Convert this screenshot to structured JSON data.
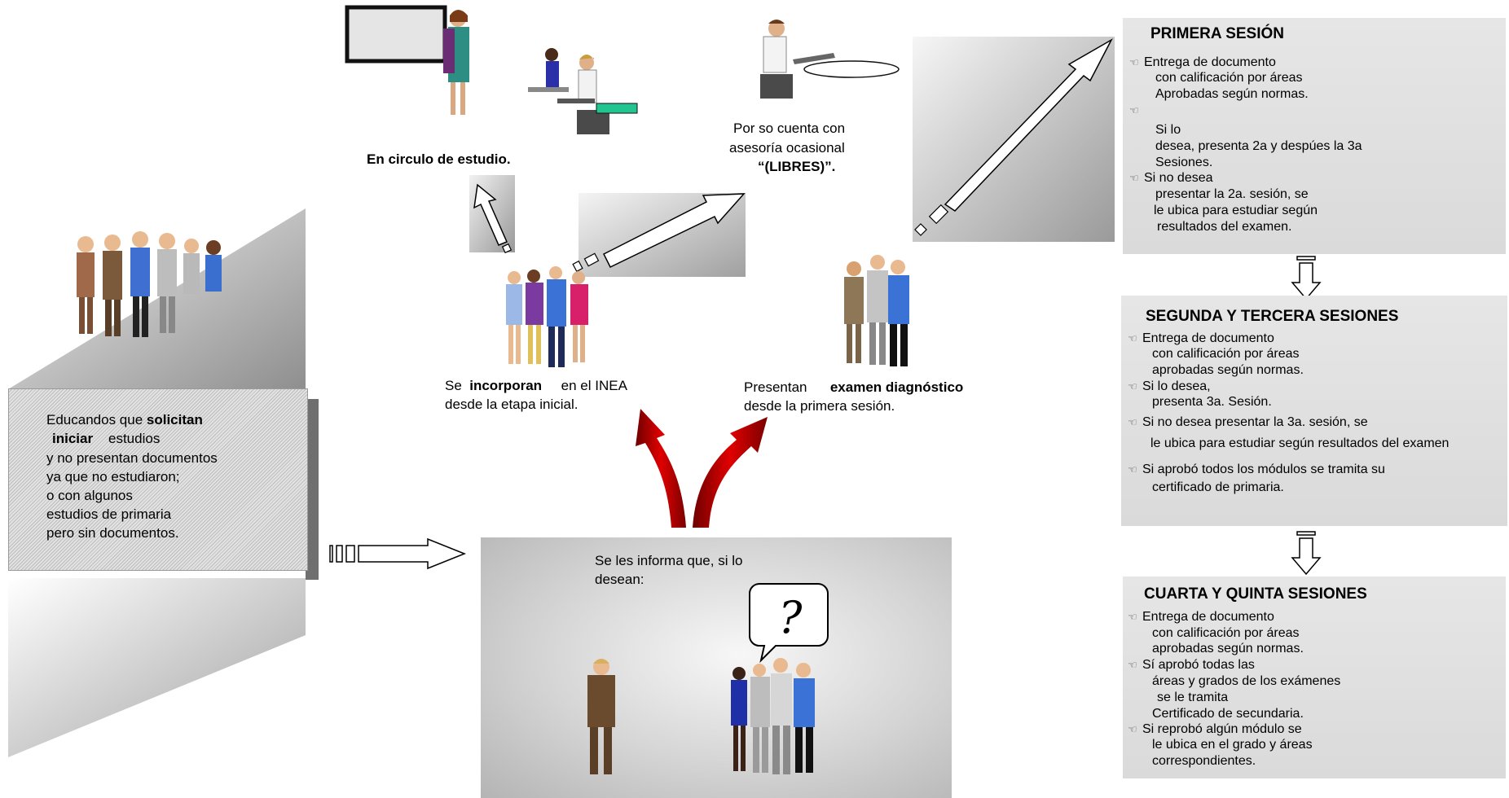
{
  "left": {
    "l1_a": "Educandos que ",
    "l1_b": "solicitan",
    "l2_a": "iniciar",
    "l2_b": "estudios",
    "l3": "y no presentan documentos",
    "l4": "ya que no estudiaron;",
    "l5": "o con algunos",
    "l6": "estudios de primaria",
    "l7": "pero sin documentos."
  },
  "circle": {
    "label": "En circulo de estudio."
  },
  "libres": {
    "l1": "Por so cuenta con",
    "l2": "asesoría ocasional",
    "l3": "“(LIBRES)”."
  },
  "incorporan": {
    "a": "Se",
    "b": "incorporan",
    "c": "en el INEA",
    "d": "desde la etapa inicial."
  },
  "examen": {
    "a": "Presentan",
    "b": "examen diagnóstico",
    "c": "desde la primera sesión."
  },
  "inform": {
    "l1": "Se les informa que, si lo",
    "l2": "desean:"
  },
  "primera": {
    "title": "PRIMERA SESIÓN",
    "lines": [
      "Entrega de documento",
      "con calificación por áreas",
      "Aprobadas según normas.",
      "Si lo",
      "desea, presenta 2a y despúes la 3a",
      "Sesiones.",
      "Si no desea",
      "presentar la 2a. sesión, se",
      "le ubica para estudiar según",
      "resultados del examen."
    ]
  },
  "segunda": {
    "title": "SEGUNDA Y TERCERA SESIONES",
    "lines": [
      "Entrega de documento",
      "con calificación por áreas",
      "aprobadas según normas.",
      "Si lo desea,",
      "presenta 3a. Sesión.",
      "Si no desea  presentar la 3a. sesión, se",
      "le ubica para estudiar según resultados del examen",
      "Si  aprobó  todos  los  módulos  se  tramita  su",
      "certificado de primaria."
    ]
  },
  "cuarta": {
    "title": "CUARTA Y QUINTA SESIONES",
    "lines": [
      "Entrega de documento",
      "con calificación por áreas",
      "aprobadas según normas.",
      "Sí aprobó todas las",
      "áreas y grados de los exámenes",
      "se le tramita",
      "Certificado de secundaria.",
      "Si reprobó algún módulo se",
      "le ubica en el grado y áreas",
      "correspondientes."
    ]
  },
  "icons": {
    "bullet": "pointing-hand-icon",
    "arrow": "hollow-arrow-icon"
  }
}
